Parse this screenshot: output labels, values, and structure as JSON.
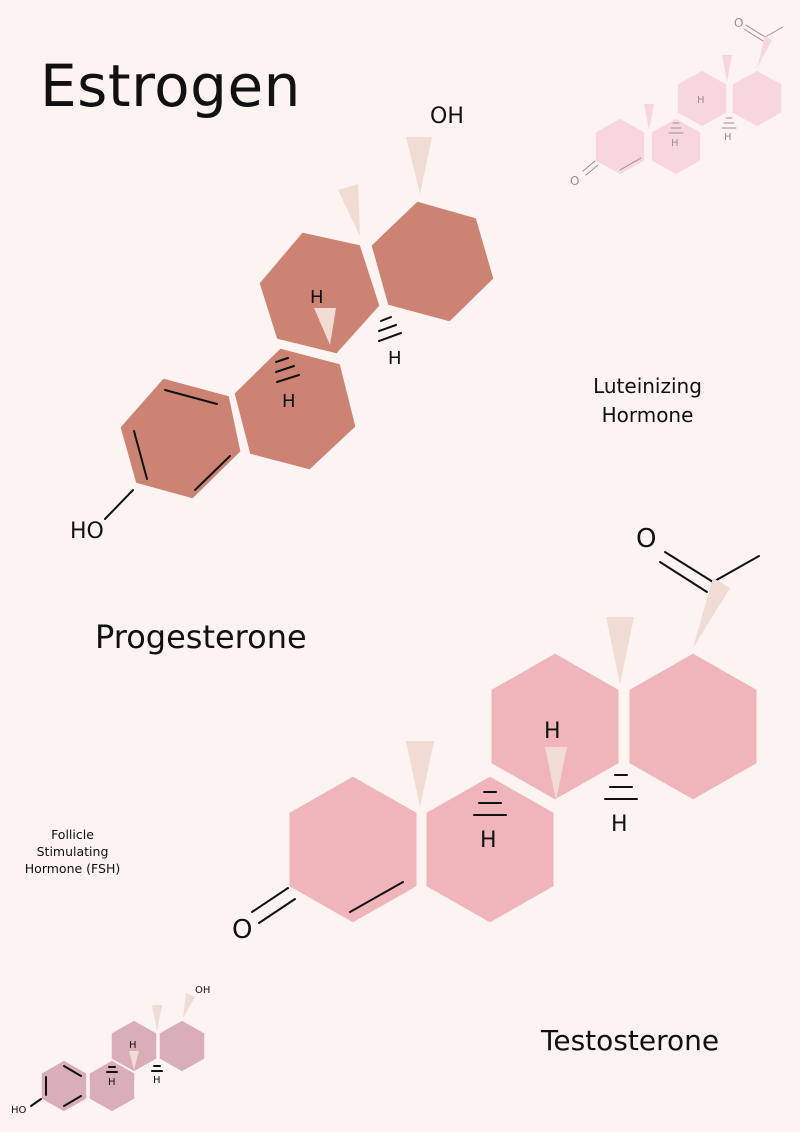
{
  "hormones": {
    "estrogen": "Estrogen",
    "progesterone": "Progesterone",
    "testosterone": "Testosterone",
    "lh_line1": "Luteinizing",
    "lh_line2": "Hormone",
    "fsh_line1": "Follicle",
    "fsh_line2": "Stimulating",
    "fsh_line3": "Hormone (FSH)"
  },
  "atoms": {
    "hydroxyl_top": "OH",
    "hydroxyl_left": "HO",
    "hydrogen": "H",
    "oxygen": "O"
  },
  "colors": {
    "background": "#fdf3f0",
    "estrogen_ring": "#cc8373",
    "progesterone_ring": "#efb5bb",
    "small_progesterone_ring": "#f7d7db",
    "small_estrogen_ring": "#d9aeb6",
    "wedge": "#f1dcd4",
    "ink": "#111111"
  }
}
